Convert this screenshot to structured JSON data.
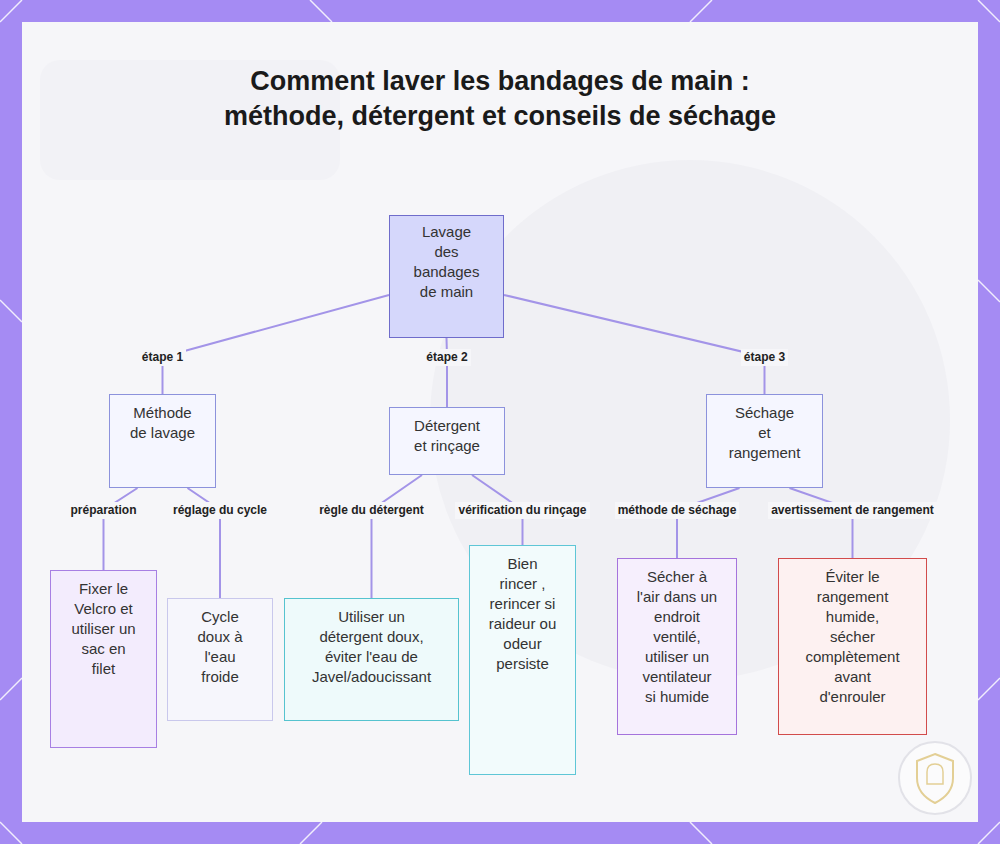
{
  "diagram": {
    "title": "Comment laver les bandages de main : méthode, détergent et conseils de séchage",
    "nodes": [
      {
        "text": [
          "Lavage des bandages de main"
        ]
      },
      {
        "text": [
          "Méthode de lavage"
        ]
      },
      {
        "text": [
          "Détergent et rinçage"
        ]
      },
      {
        "text": [
          "Séchage et rangement"
        ]
      },
      {
        "text": [
          "Fixer le Velcro et utiliser un sac en filet"
        ]
      },
      {
        "text": [
          "Cycle doux à l'eau froide"
        ]
      },
      {
        "text": [
          "Utiliser un détergent doux, éviter l'eau de Javel/adoucissant"
        ]
      },
      {
        "text": [
          "Bien rincer , rerincer si raideur ou odeur persiste"
        ]
      },
      {
        "text": [
          "Sécher à l'air dans un endroit ventilé, utiliser un ventilateur si humide"
        ]
      },
      {
        "text": [
          "Éviter le rangement humide, sécher complètement avant d'enrouler"
        ]
      }
    ],
    "edges": [
      {
        "from": 0,
        "to": 1,
        "label": "étape 1",
        "arrow": "none"
      },
      {
        "from": 0,
        "to": 2,
        "label": "étape 2",
        "arrow": "none"
      },
      {
        "from": 0,
        "to": 3,
        "label": "étape 3",
        "arrow": "none"
      },
      {
        "from": 1,
        "to": 4,
        "label": "préparation",
        "arrow": "none"
      },
      {
        "from": 1,
        "to": 5,
        "label": "réglage du cycle",
        "arrow": "none"
      },
      {
        "from": 2,
        "to": 6,
        "label": "règle du détergent",
        "arrow": "none"
      },
      {
        "from": 2,
        "to": 7,
        "label": "vérification du rinçage",
        "arrow": "none"
      },
      {
        "from": 3,
        "to": 8,
        "label": "méthode de séchage",
        "arrow": "none"
      },
      {
        "from": 3,
        "to": 9,
        "label": "avertissement de rangement",
        "arrow": "none"
      }
    ]
  }
}
